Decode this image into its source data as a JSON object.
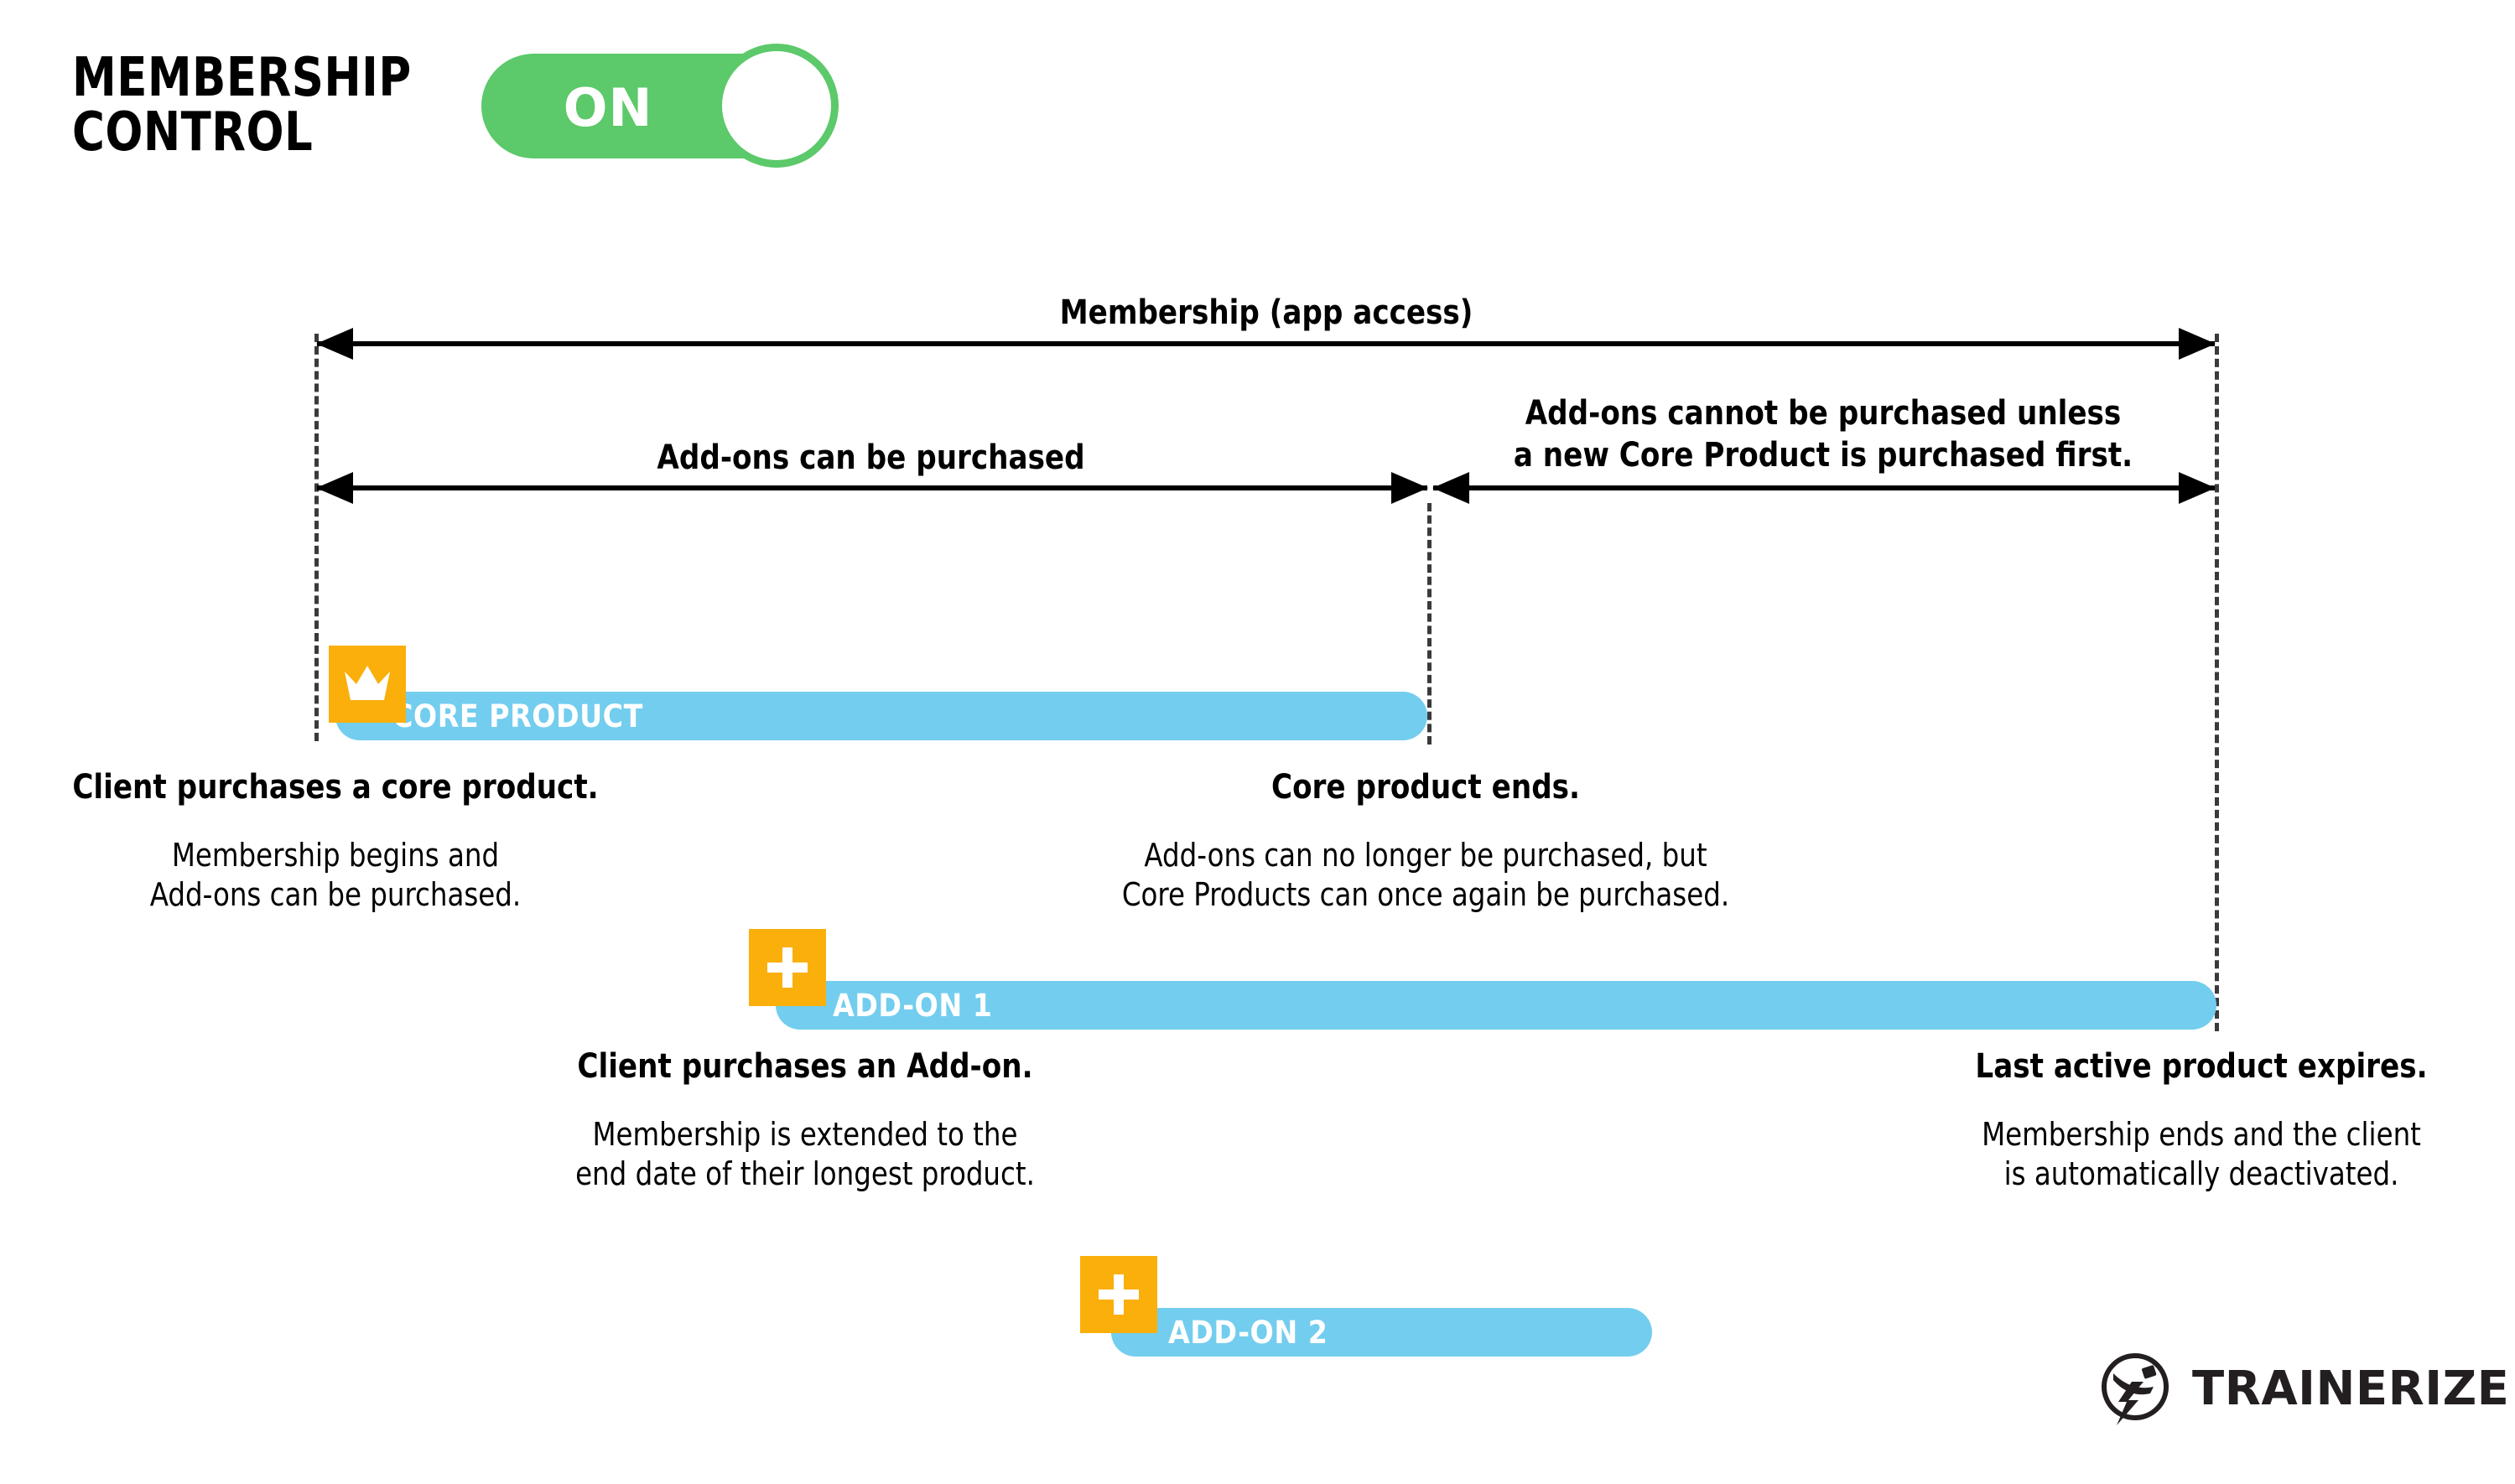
{
  "header": {
    "title": "MEMBERSHIP\nCONTROL",
    "toggle": {
      "state_label": "ON",
      "track_color": "#5CC96A",
      "knob_color": "#FFFFFF"
    }
  },
  "timeline": {
    "arrows": [
      {
        "name": "membership",
        "label": "Membership (app access)",
        "direction": "both"
      },
      {
        "name": "addons-allowed",
        "label": "Add-ons can be purchased",
        "direction": "both"
      },
      {
        "name": "addons-blocked",
        "label": "Add-ons cannot be purchased unless\na new Core Product is purchased first.",
        "direction": "both"
      }
    ],
    "bars": [
      {
        "name": "core-product",
        "label": "CORE PRODUCT",
        "icon": "crown-icon",
        "color": "#73CDEE",
        "badge_color": "#FAAF0B"
      },
      {
        "name": "add-on-1",
        "label": "ADD-ON 1",
        "icon": "plus-icon",
        "color": "#73CDEE",
        "badge_color": "#FAAF0B"
      },
      {
        "name": "add-on-2",
        "label": "ADD-ON 2",
        "icon": "plus-icon",
        "color": "#73CDEE",
        "badge_color": "#FAAF0B"
      }
    ],
    "captions": [
      {
        "name": "core-purchase",
        "title": "Client purchases a core product.",
        "body": "Membership begins and\nAdd-ons can be purchased."
      },
      {
        "name": "core-end",
        "title": "Core product ends.",
        "body": "Add-ons can no longer be purchased, but\nCore Products can once again be purchased."
      },
      {
        "name": "addon-purchase",
        "title": "Client purchases an Add-on.",
        "body": "Membership is extended to the\nend date of their longest product."
      },
      {
        "name": "membership-end",
        "title": "Last active product expires.",
        "body": "Membership ends and the client\nis automatically deactivated."
      }
    ]
  },
  "footer": {
    "brand": "TRAINERIZE"
  }
}
